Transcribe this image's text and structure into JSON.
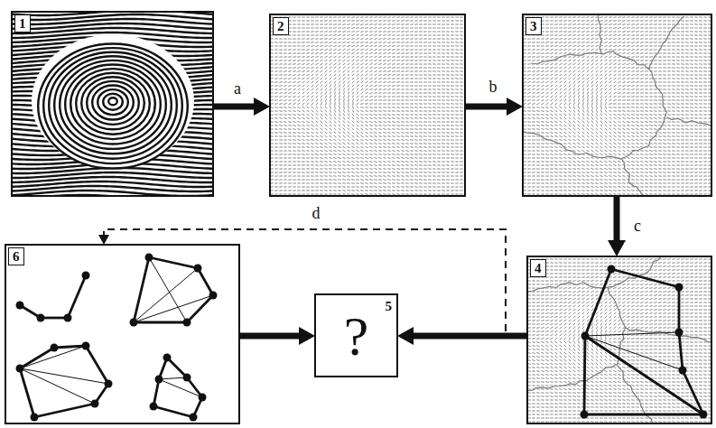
{
  "diagram": {
    "nodes": [
      {
        "text": [
          "1"
        ]
      },
      {
        "text": [
          "2"
        ]
      },
      {
        "text": [
          "3"
        ]
      },
      {
        "text": [
          "4"
        ]
      },
      {
        "text": [
          "?",
          "5"
        ]
      },
      {
        "text": [
          "6"
        ]
      }
    ],
    "edges": [
      {
        "from": 0,
        "to": 1,
        "label": "a",
        "arrow": "to"
      },
      {
        "from": 1,
        "to": 2,
        "label": "b",
        "arrow": "to"
      },
      {
        "from": 2,
        "to": 3,
        "label": "c",
        "arrow": "to"
      },
      {
        "from": 3,
        "to": 5,
        "label": "d",
        "arrow": "to"
      },
      {
        "from": 3,
        "to": 4,
        "arrow": "to"
      },
      {
        "from": 5,
        "to": 4,
        "arrow": "to"
      }
    ]
  }
}
